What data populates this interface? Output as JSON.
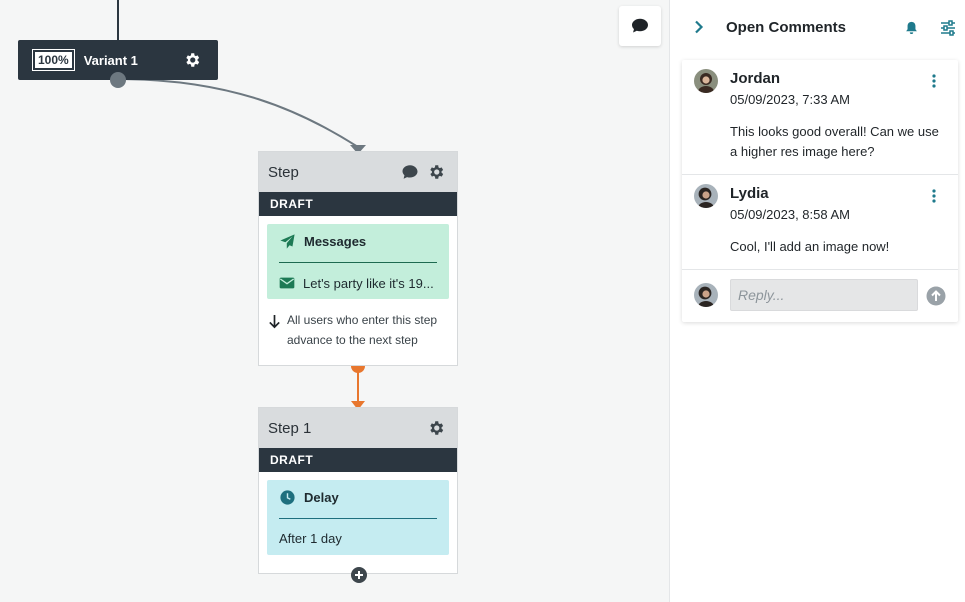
{
  "canvas": {
    "comment_toggle_icon": "speech-bubble-icon",
    "variant": {
      "percent": "100%",
      "name": "Variant 1",
      "settings_icon": "gear-icon"
    },
    "steps": [
      {
        "title": "Step",
        "status": "DRAFT",
        "box": {
          "heading": "Messages",
          "heading_icon": "paper-plane-icon",
          "line": "Let's party like it's 19...",
          "line_icon": "envelope-icon"
        },
        "advance_text": "All users who enter this step advance to the next step"
      },
      {
        "title": "Step 1",
        "status": "DRAFT",
        "box": {
          "heading": "Delay",
          "heading_icon": "clock-icon",
          "line": "After 1 day"
        }
      }
    ],
    "colors": {
      "message_box": "#c3eedb",
      "delay_box": "#c5ecf1",
      "connector_orange": "#e8772e",
      "node_dark": "#2b3640"
    }
  },
  "panel": {
    "title": "Open Comments",
    "collapse_icon": "chevron-right-icon",
    "bell_icon": "bell-icon",
    "filter_icon": "sliders-icon",
    "comments": [
      {
        "author": "Jordan",
        "timestamp": "05/09/2023, 7:33 AM",
        "body": "This looks good overall! Can we use a higher res image here?"
      },
      {
        "author": "Lydia",
        "timestamp": "05/09/2023, 8:58 AM",
        "body": "Cool, I'll add an image now!"
      }
    ],
    "reply": {
      "placeholder": "Reply...",
      "value": ""
    },
    "accent": "#1f7a8c"
  }
}
